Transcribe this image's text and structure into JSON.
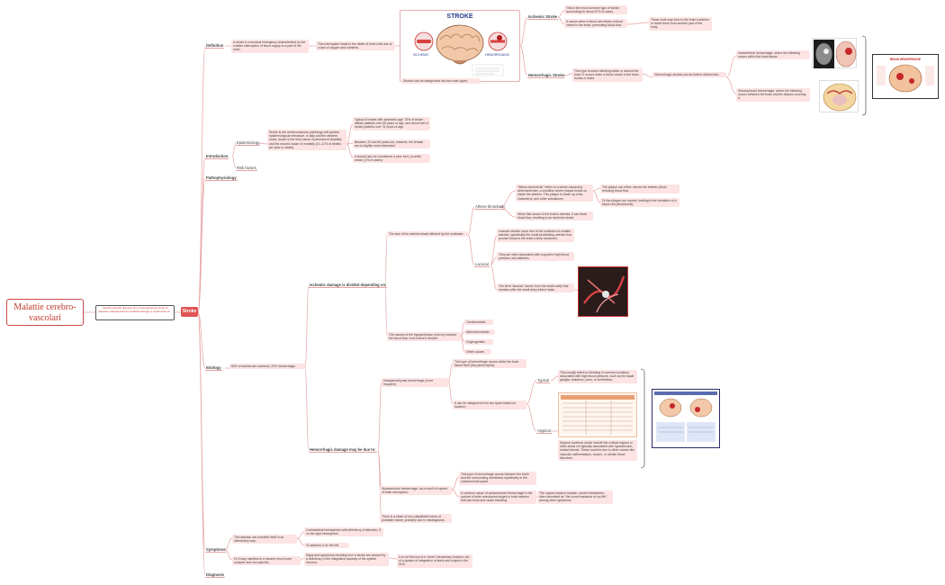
{
  "root": {
    "title": "Malattie cerebro-vascolari",
    "subtitle": "Cerebrovascular diseases are a heterogeneous group of diseases characterized by localized damage or dysfunction of..."
  },
  "central": "Stroke",
  "branches": {
    "definition": "Definition",
    "introduction": "Introduction",
    "pathophysiology": "Pathophysiology",
    "etiology": "Etiology",
    "symptoms": "Symptoms",
    "diagnosis": "Diagnosis"
  },
  "definition": {
    "text": "A stroke is a medical emergency characterized by the sudden interruption of blood supply to a part of the brain.",
    "consequence": "This interruption leads to the death of brain cells due to a lack of oxygen and nutrients.",
    "caption": "Strokes can be categorized into two main types:",
    "figure": {
      "title": "STROKE",
      "left_label": "ISCHEMIC",
      "right_label": "HEMORRHAGIC"
    },
    "ischemic": {
      "label": "Ischemic Stroke",
      "fact1": "This is the most common type of stroke, accounting for about 87% of cases.",
      "fact2": "It occurs when a blood clot blocks a blood vessel in the brain, preventing blood flow.",
      "fact3": "These clots may form in the brain's arteries or travel there from another part of the body."
    },
    "hemorrhagic": {
      "label": "Hemorrhagic Stroke",
      "fact1": "This type involves bleeding within or around the brain. It occurs when a blood vessel in the brain bursts or leaks.",
      "fact2": "Hemorrhagic strokes can be further divided into:",
      "intracerebral": "Intracerebral hemorrhage, where the bleeding occurs within the brain tissue.",
      "subarachnoid": "Subarachnoid hemorrhage, where the bleeding occurs between the brain and the tissues covering it.",
      "figure_title": "BRAIN HEMORRHAGE"
    }
  },
  "introduction": {
    "epidemiology": "Epidemiology",
    "risk": "Risk factors",
    "summary": "Stroke is the cerebrovascular pathology with greater epidemiological relevance. In Italy and the western world, stroke is the third cause of permanent disability and the second cause of mortality (10–12% of deaths per year in adults).",
    "fact1": "Typical of males with advanced age: 75% of stroke affects patients over 65 years of age, and about half of stroke patients over 75 years of age.",
    "fact2": "Between 20 and 60 years old, however, the female sex is slightly more interested.",
    "fact3": "It should also be considered a peer form, juvenile stroke (1% of cases)."
  },
  "etiology": {
    "intro": "80% of strokes are ischemic, 20% hemorrhagic.",
    "ischemic": {
      "label": "Ischemic damage is divided depending on:",
      "size": "The size of the arterial vessel affected by the occlusion:",
      "athero_label": "Athero-thrombotic",
      "athero1": "\"Athero-thrombotic\" refers to a stroke caused by atherosclerosis, a condition where plaque builds up inside the arteries. This plaque is made up of fat, cholesterol, and other substances.",
      "athero2": "The plaque can either narrow the arteries (thus) reducing blood flow",
      "athero3": "Or the plaque can rupture, leading to the formation of a blood clot (thrombosis).",
      "athero4": "When this occurs in the brain's arteries, it can block blood flow, resulting in an ischemic stroke.",
      "lacunar_label": "Lacunar",
      "lacunar1": "Lacunar strokes occur due to the occlusion of smaller arteries, specifically the small penetrating arteries that provide blood to the brain's deep structures.",
      "lacunar2": "They are often associated with long-term high blood pressure and diabetes.",
      "lacunar3": "The term \"lacunar\" comes from the small cavity that remains after the small deep infarct heals.",
      "cause": "The causes of the hypoperfusion (who is) reduced the blood flow, from where it derives:",
      "causes": [
        "Cardioembolic",
        "Atherothrombotic",
        "Cryptogenetic",
        "Other causes"
      ]
    },
    "hemorrhagic": {
      "label": "Hemorrhagic damage may be due to:",
      "intraparenchymal": "Intraparenchymal hemorrhage (more frequent):",
      "ipf1": "This type of hemorrhage occurs within the brain tissue itself (the parenchyma).",
      "ipf2": "It can be categorized into two types based on location:",
      "typical_label": "Typical",
      "typical": "This usually refers to bleeding in common locations associated with high blood pressure, such as the basal ganglia, thalamus, pons, or cerebellum.",
      "atypical_label": "Atypical",
      "atypical": "Atypical locations would include the cortical regions or other areas not typically associated with hypertension-related bleeds. These could be due to other causes like vascular malformations, tumors, or certain blood disorders.",
      "subarachnoid": "Subarachnoid hemorrhage, as a result of rupture of brain aneurysms:",
      "sub1": "This type of hemorrhage occurs between the brain and the surrounding membrane specifically in the subarachnoid space.",
      "sub2": "A common cause of subarachnoid hemorrhage is the rupture of brain aneurysms bulges in brain arteries that can burst and cause bleeding.",
      "sub3": "The rupture leads to sudden, severe headaches, often described as \"the worst headache of my life\", among other symptoms.",
      "other": "There is a share of non-classifiable forms of probable nature, probably due to misdiagnosis."
    }
  },
  "symptoms": {
    "s1": "This disease can manifest itself in an elementary way:",
    "s1a": "Contralateral hemiparesis with deficiency of attention, if on the right hemisphere.",
    "s1b": "Or aphasia, if on the left.",
    "s2": "Or it may manifest in a manner much more complex and non-specific:",
    "s2a": "Signs and symptoms resulting from a stroke are caused by a deficiency in the integrative capacity of the system nervous.",
    "s2b": "It is not the loss of a \"mere\" elementary function, but of a system of integration of tasks and output to the SNC."
  }
}
